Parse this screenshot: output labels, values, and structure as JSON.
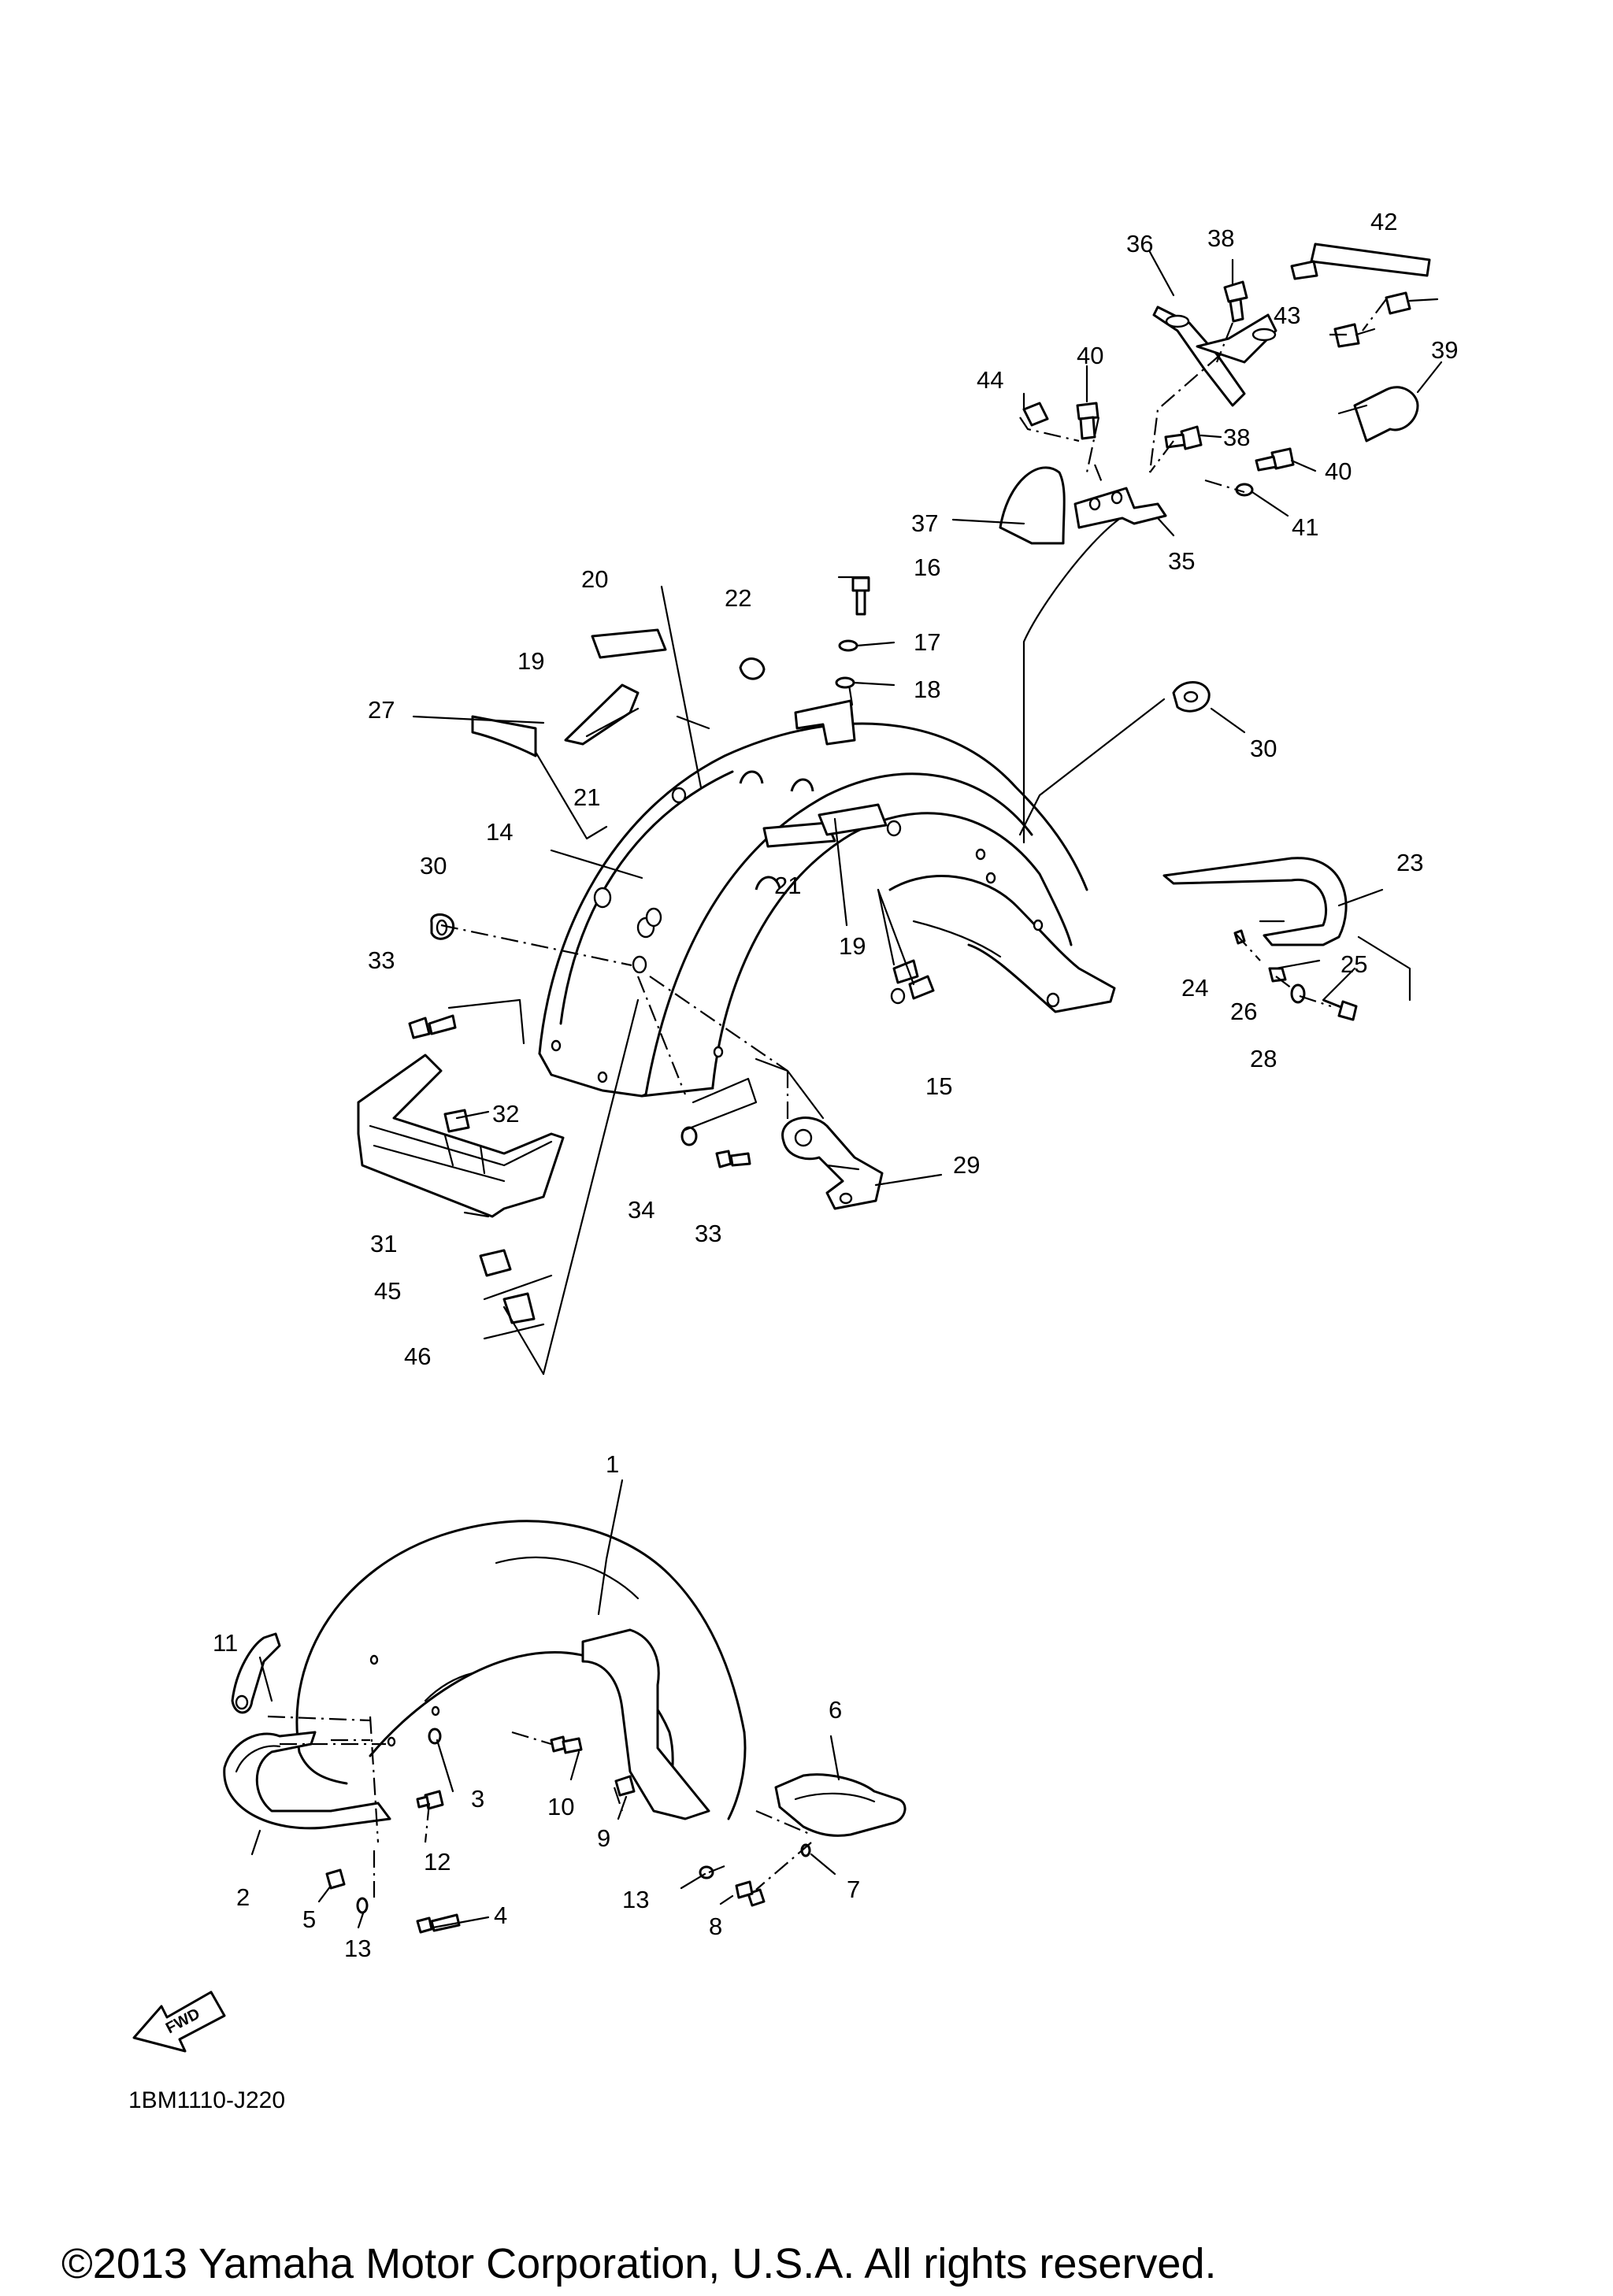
{
  "diagram": {
    "code": "1BM1110-J220",
    "copyright": "©2013 Yamaha Motor Corporation, U.S.A. All rights reserved.",
    "fwd_label": "FWD",
    "parts": [
      "1",
      "2",
      "3",
      "4",
      "5",
      "6",
      "7",
      "8",
      "9",
      "10",
      "11",
      "12",
      "13",
      "13",
      "14",
      "15",
      "16",
      "17",
      "18",
      "19",
      "19",
      "20",
      "21",
      "21",
      "22",
      "23",
      "24",
      "25",
      "26",
      "27",
      "28",
      "29",
      "30",
      "30",
      "31",
      "32",
      "33",
      "33",
      "34",
      "35",
      "36",
      "37",
      "38",
      "38",
      "39",
      "40",
      "40",
      "41",
      "42",
      "43",
      "44",
      "45",
      "46"
    ]
  }
}
